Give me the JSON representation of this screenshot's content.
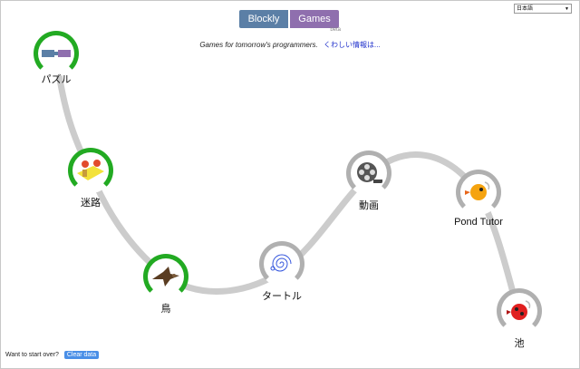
{
  "header": {
    "logo_left": "Blockly",
    "logo_right": "Games",
    "beta": "beta",
    "tagline": "Games for tomorrow's programmers.",
    "more_info_link": "くわしい情報は..."
  },
  "language_select": {
    "selected": "日本語"
  },
  "nodes": [
    {
      "label": "パズル",
      "completed": true,
      "icon": "puzzle-icon"
    },
    {
      "label": "迷路",
      "completed": true,
      "icon": "maze-icon"
    },
    {
      "label": "鳥",
      "completed": true,
      "icon": "bird-icon"
    },
    {
      "label": "タートル",
      "completed": false,
      "icon": "turtle-spiral-icon"
    },
    {
      "label": "動画",
      "completed": false,
      "icon": "movie-reel-icon"
    },
    {
      "label": "Pond Tutor",
      "completed": false,
      "icon": "duck-icon"
    },
    {
      "label": "池",
      "completed": false,
      "icon": "ladybug-duck-icon"
    }
  ],
  "footer": {
    "prompt": "Want to start over?",
    "clear_button": "Clear data"
  },
  "colors": {
    "completed_ring": "#22aa22",
    "incomplete_ring": "#b0b0b0",
    "path": "#cccccc",
    "blockly_blue": "#5b7fa6",
    "games_purple": "#8f6fae",
    "link": "#2233cc"
  }
}
